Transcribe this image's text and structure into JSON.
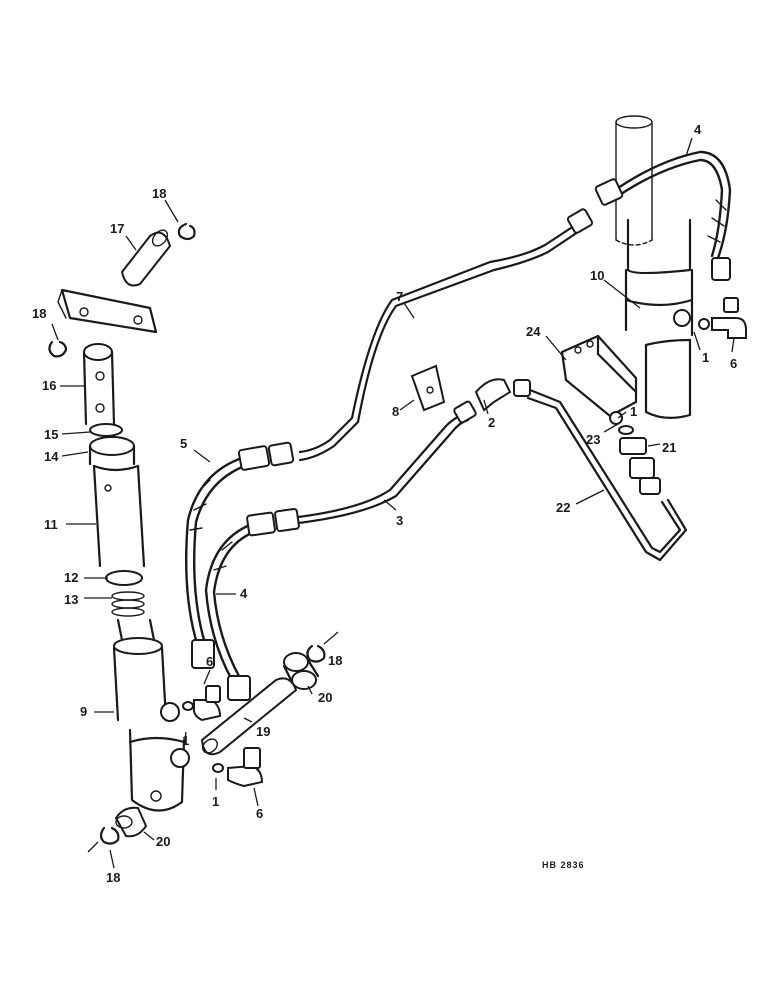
{
  "callouts": {
    "c_4_top": "4",
    "c_18_top": "18",
    "c_17": "17",
    "c_10": "10",
    "c_7": "7",
    "c_18_left": "18",
    "c_24": "24",
    "c_1_right": "1",
    "c_6_right": "6",
    "c_16": "16",
    "c_8": "8",
    "c_2": "2",
    "c_1_mid": "1",
    "c_15": "15",
    "c_23": "23",
    "c_21": "21",
    "c_14": "14",
    "c_5": "5",
    "c_3": "3",
    "c_22": "22",
    "c_11": "11",
    "c_12": "12",
    "c_4_mid": "4",
    "c_13": "13",
    "c_18_mid": "18",
    "c_6_mid": "6",
    "c_20_mid": "20",
    "c_9": "9",
    "c_19": "19",
    "c_1_lowmid": "1",
    "c_1_low": "1",
    "c_6_low": "6",
    "c_20_low": "20",
    "c_18_low": "18"
  },
  "reference_code": "HB 2836"
}
